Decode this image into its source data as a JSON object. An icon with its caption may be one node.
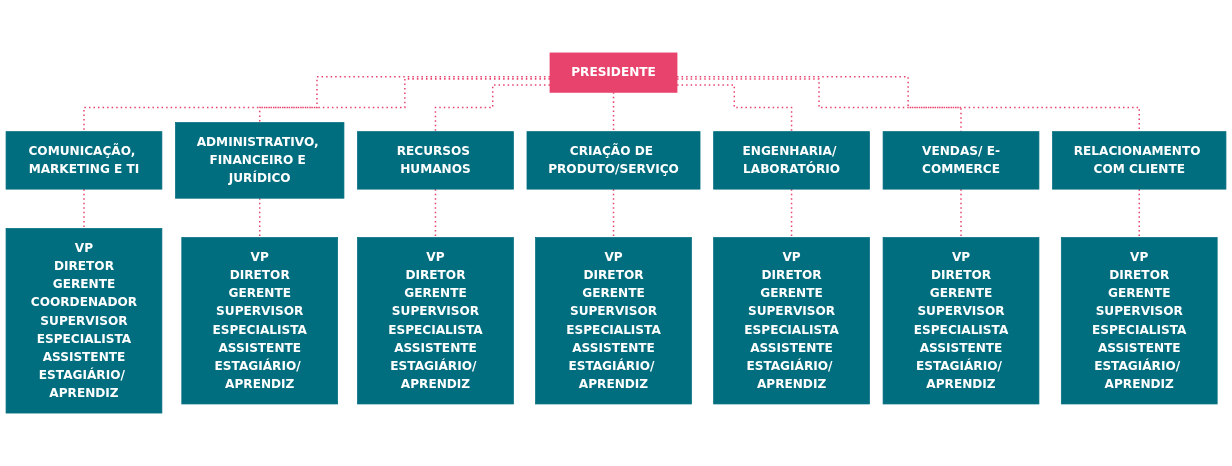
{
  "diagram": {
    "nodes": [
      {
        "text": [
          "PRESIDENTE"
        ]
      },
      {
        "text": [
          "COMUNICAÇÃO, MARKETING E TI"
        ]
      },
      {
        "text": [
          "ADMINISTRATIVO, FINANCEIRO E JURÍDICO"
        ]
      },
      {
        "text": [
          "RECURSOS HUMANOS"
        ]
      },
      {
        "text": [
          "CRIAÇÃO DE PRODUTO/SERVIÇO"
        ]
      },
      {
        "text": [
          "ENGENHARIA/ LABORATÓRIO"
        ]
      },
      {
        "text": [
          "VENDAS/ E-COMMERCE"
        ]
      },
      {
        "text": [
          "RELACIONAMENTO COM CLIENTE"
        ]
      },
      {
        "text": [
          "VP",
          "DIRETOR",
          "GERENTE",
          "COORDENADOR",
          "SUPERVISOR",
          "ESPECIALISTA",
          "ASSISTENTE",
          "ESTAGIÁRIO/ APRENDIZ"
        ]
      },
      {
        "text": [
          "VP",
          "DIRETOR",
          "GERENTE",
          "SUPERVISOR",
          "ESPECIALISTA",
          "ASSISTENTE",
          "ESTAGIÁRIO/ APRENDIZ"
        ]
      },
      {
        "text": [
          "VP",
          "DIRETOR",
          "GERENTE",
          "SUPERVISOR",
          "ESPECIALISTA",
          "ASSISTENTE",
          "ESTAGIÁRIO/ APRENDIZ"
        ]
      },
      {
        "text": [
          "VP",
          "DIRETOR",
          "GERENTE",
          "SUPERVISOR",
          "ESPECIALISTA",
          "ASSISTENTE",
          "ESTAGIÁRIO/ APRENDIZ"
        ]
      },
      {
        "text": [
          "VP",
          "DIRETOR",
          "GERENTE",
          "SUPERVISOR",
          "ESPECIALISTA",
          "ASSISTENTE",
          "ESTAGIÁRIO/ APRENDIZ"
        ]
      },
      {
        "text": [
          "VP",
          "DIRETOR",
          "GERENTE",
          "SUPERVISOR",
          "ESPECIALISTA",
          "ASSISTENTE",
          "ESTAGIÁRIO/ APRENDIZ"
        ]
      },
      {
        "text": [
          "VP",
          "DIRETOR",
          "GERENTE",
          "SUPERVISOR",
          "ESPECIALISTA",
          "ASSISTENTE",
          "ESTAGIÁRIO/ APRENDIZ"
        ]
      }
    ],
    "edges": [
      {
        "from": 0,
        "to": 1,
        "arrow": "none",
        "style": "dashed"
      },
      {
        "from": 0,
        "to": 2,
        "arrow": "none",
        "style": "dashed"
      },
      {
        "from": 0,
        "to": 3,
        "arrow": "none",
        "style": "dashed"
      },
      {
        "from": 0,
        "to": 4,
        "arrow": "none",
        "style": "dashed"
      },
      {
        "from": 0,
        "to": 5,
        "arrow": "none",
        "style": "dashed"
      },
      {
        "from": 0,
        "to": 6,
        "arrow": "none",
        "style": "dashed"
      },
      {
        "from": 0,
        "to": 7,
        "arrow": "none",
        "style": "dashed"
      },
      {
        "from": 1,
        "to": 8,
        "arrow": "none",
        "style": "dashed"
      },
      {
        "from": 2,
        "to": 9,
        "arrow": "none",
        "style": "dashed"
      },
      {
        "from": 3,
        "to": 10,
        "arrow": "none",
        "style": "dashed"
      },
      {
        "from": 4,
        "to": 11,
        "arrow": "none",
        "style": "dashed"
      },
      {
        "from": 5,
        "to": 12,
        "arrow": "none",
        "style": "dashed"
      },
      {
        "from": 6,
        "to": 13,
        "arrow": "none",
        "style": "dashed"
      },
      {
        "from": 7,
        "to": 14,
        "arrow": "none",
        "style": "dashed"
      }
    ]
  }
}
